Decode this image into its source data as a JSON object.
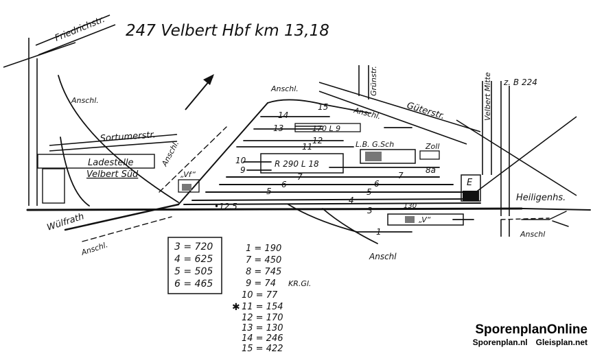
{
  "title": "247 Velbert Hbf km 13,18",
  "streets": {
    "friedrichstr": "Friedrichstr.",
    "sortumerstr": "Sortumerstr.",
    "gruenstr": "Grünstr.",
    "gueterstr": "Güterstr.",
    "velbert_mitte": "Velbert Mitte",
    "b224": "z. B 224"
  },
  "places": {
    "ladestelle": "Ladestelle",
    "velbert_sued": "Velbert Süd",
    "wuelfrath": "Wülfrath",
    "heiligenhs": "Heiligenhs.",
    "zoll": "Zoll",
    "lb_gsch": "L.B.  G.Sch",
    "vf": "„Vf“",
    "v_box": "„V“",
    "e_box": "E",
    "r_box": "R  290 L 18",
    "l9": "170 L 9"
  },
  "anschl": {
    "a1": "Anschl.",
    "a2": "Anschl.",
    "a3": "Anschl.",
    "a4": "Anschl.",
    "a5": "Anschl.",
    "a6": "Anschl",
    "a7": "Anschl"
  },
  "track_numbers": {
    "t1": "1",
    "t3": "3",
    "t4": "4",
    "t5": "5",
    "t6": "6",
    "t7": "7",
    "t7b": "7",
    "t6b": "6",
    "t5b": "5",
    "t8a": "8a",
    "t9": "9",
    "t10": "10",
    "t11": "11",
    "t12": "12",
    "t13": "13",
    "t14": "14",
    "t15": "15",
    "t125": "•12.5",
    "t130": "130"
  },
  "main_lengths": [
    "3 = 720",
    "4 = 625",
    "5 = 505",
    "6 = 465"
  ],
  "other_lengths": [
    "1 = 190",
    "7 = 450",
    "8 = 745",
    "9 = 74",
    "10 = 77",
    "11 = 154",
    "12 = 170",
    "13 = 130",
    "14 = 246",
    "15 = 422"
  ],
  "krgl_note": "KR.Gl.",
  "star": "✱",
  "brand": {
    "name": "SporenplanOnline",
    "site1": "Sporenplan.nl",
    "site2": "Gleisplan.net"
  }
}
